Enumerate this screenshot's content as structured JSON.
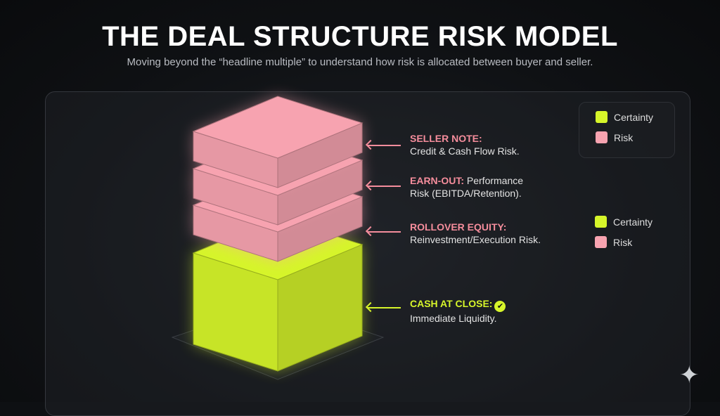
{
  "title": "THE DEAL STRUCTURE RISK MODEL",
  "subtitle": "Moving beyond the “headline multiple” to understand how risk is allocated between buyer and seller.",
  "colors": {
    "certainty": "#d6f52a",
    "risk": "#f7a3b0"
  },
  "layers": [
    {
      "heading": "SELLER NOTE:",
      "text": "Credit & Cash Flow Risk.",
      "type": "risk"
    },
    {
      "heading": "EARN-OUT:",
      "text_inline": "Performance",
      "text": "Risk (EBITDA/Retention).",
      "type": "risk"
    },
    {
      "heading": "ROLLOVER EQUITY:",
      "text": "Reinvestment/Execution Risk.",
      "type": "risk"
    },
    {
      "heading": "CASH AT CLOSE:",
      "text": "Immediate Liquidity.",
      "type": "certainty",
      "icon": "check-circle-icon"
    }
  ],
  "legend_top": [
    {
      "label": "Certainty"
    },
    {
      "label": "Risk"
    }
  ],
  "legend_bottom": [
    {
      "label": "Certainty"
    },
    {
      "label": "Risk"
    }
  ]
}
